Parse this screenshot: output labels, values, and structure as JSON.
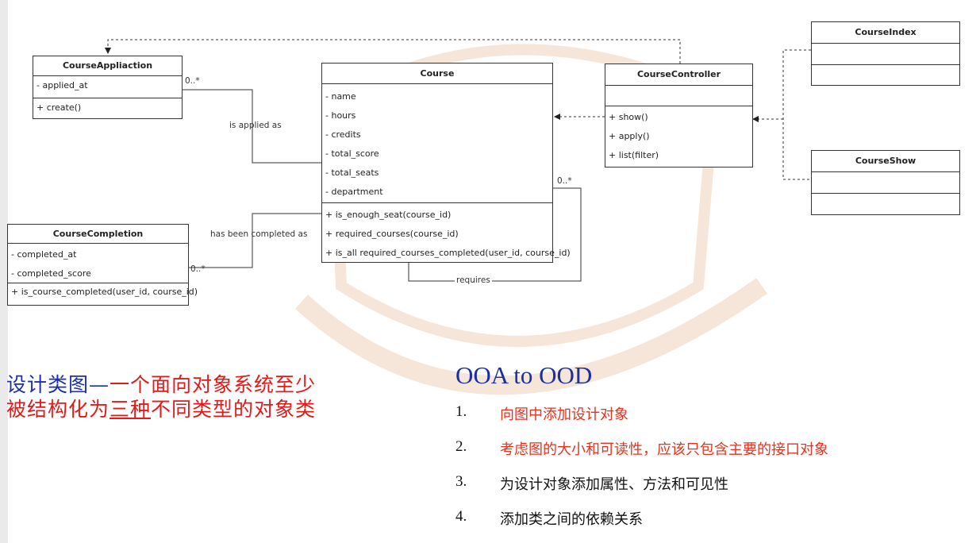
{
  "uml": {
    "classes": {
      "course_appliaction": {
        "name": "CourseAppliaction",
        "attributes": [
          "- applied_at"
        ],
        "methods": [
          "+ create()"
        ]
      },
      "course": {
        "name": "Course",
        "attributes": [
          "- name",
          "- hours",
          "- credits",
          "- total_score",
          "- total_seats",
          "- department"
        ],
        "methods": [
          "+ is_enough_seat(course_id)",
          "+ required_courses(course_id)",
          "+ is_all required_courses_completed(user_id, course_id)"
        ]
      },
      "course_controller": {
        "name": "CourseController",
        "methods": [
          "+ show()",
          "+ apply()",
          "+ list(filter)"
        ]
      },
      "course_index": {
        "name": "CourseIndex"
      },
      "course_show": {
        "name": "CourseShow"
      },
      "course_completion": {
        "name": "CourseCompletion",
        "attributes": [
          "- completed_at",
          "- completed_score"
        ],
        "methods": [
          "+ is_course_completed(user_id, course_id)"
        ]
      }
    },
    "relations": {
      "is_applied_as": "is applied as",
      "has_been_completed_as": "has been completed as",
      "requires": "requires",
      "multiplicity": "0..*"
    }
  },
  "headline": {
    "part1": "设计类图—",
    "part2": "一个面向对象系统至少",
    "part3": "被结构化为",
    "part4": "三种",
    "part5": "不同类型的对象类"
  },
  "ooa_ood": {
    "title": "OOA to OOD",
    "steps": [
      {
        "num": "1.",
        "text": "向图中添加设计对象"
      },
      {
        "num": "2.",
        "text": "考虑图的大小和可读性，应该只包含主要的接口对象"
      },
      {
        "num": "3.",
        "text": "为设计对象添加属性、方法和可见性"
      },
      {
        "num": "4.",
        "text": "添加类之间的依赖关系"
      }
    ]
  }
}
